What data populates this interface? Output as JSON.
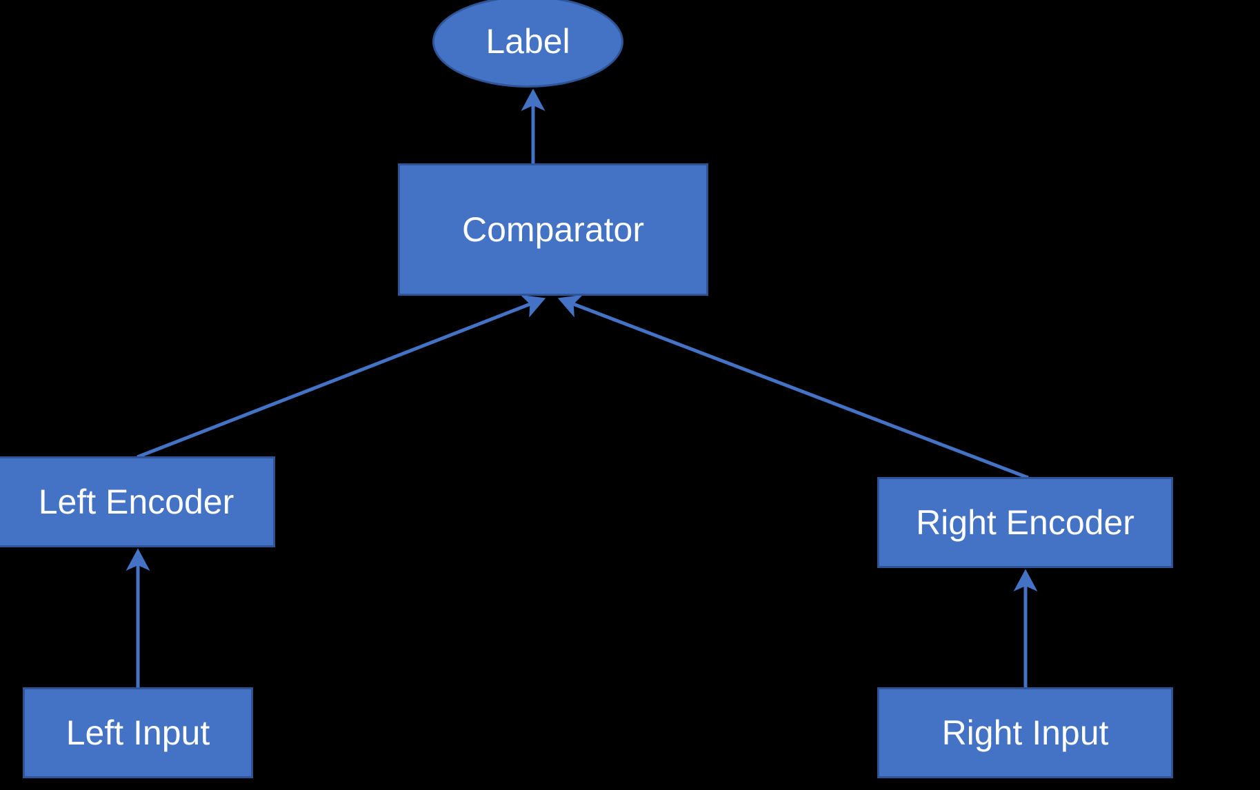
{
  "diagram": {
    "title_text": null,
    "background_color": "#000000",
    "node_fill_color": "#4472C4",
    "node_border_color": "#2F5597",
    "node_text_color": "#FFFFFF",
    "edge_color": "#4472C4",
    "nodes": [
      {
        "id": "label",
        "label": "Label",
        "shape": "ellipse"
      },
      {
        "id": "comparator",
        "label": "Comparator",
        "shape": "rectangle"
      },
      {
        "id": "left-encoder",
        "label": "Left Encoder",
        "shape": "rectangle"
      },
      {
        "id": "right-encoder",
        "label": "Right Encoder",
        "shape": "rectangle"
      },
      {
        "id": "left-input",
        "label": "Left Input",
        "shape": "rectangle"
      },
      {
        "id": "right-input",
        "label": "Right Input",
        "shape": "rectangle"
      }
    ],
    "edges": [
      {
        "from": "comparator",
        "to": "label",
        "style": "arrow-up"
      },
      {
        "from": "left-encoder",
        "to": "comparator",
        "style": "arrow-diagonal"
      },
      {
        "from": "right-encoder",
        "to": "comparator",
        "style": "arrow-diagonal"
      },
      {
        "from": "left-input",
        "to": "left-encoder",
        "style": "arrow-up"
      },
      {
        "from": "right-input",
        "to": "right-encoder",
        "style": "arrow-up"
      }
    ]
  }
}
